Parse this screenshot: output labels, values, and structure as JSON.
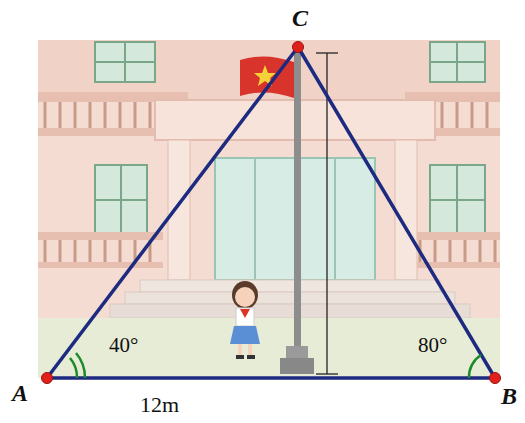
{
  "diagram": {
    "labels": [
      "C",
      "A",
      "B",
      "40°",
      "80°",
      "12m"
    ]
  }
}
